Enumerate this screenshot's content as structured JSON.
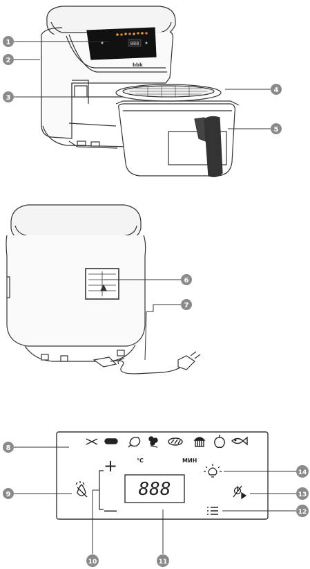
{
  "callouts": [
    "1",
    "2",
    "3",
    "4",
    "5",
    "6",
    "7",
    "8",
    "9",
    "10",
    "11",
    "12",
    "13",
    "14"
  ],
  "appliance": {
    "brand": "bbk",
    "display_small": "888"
  },
  "panel": {
    "unit_celsius": "°C",
    "unit_minutes": "МИН",
    "display": "888",
    "plus": "+",
    "minus": "—"
  },
  "colors": {
    "line": "#333333",
    "badge": "#8a8a8a",
    "badge_text": "#ffffff",
    "panel_screen": "#111111",
    "led_accent": "#d9a441"
  },
  "icons": [
    "fries-icon",
    "sausage-icon",
    "chicken-icon",
    "broccoli-icon",
    "steak-icon",
    "cake-icon",
    "pepper-icon",
    "fish-icon",
    "shake-reminder-icon",
    "light-icon",
    "power-start-icon",
    "menu-icon"
  ]
}
